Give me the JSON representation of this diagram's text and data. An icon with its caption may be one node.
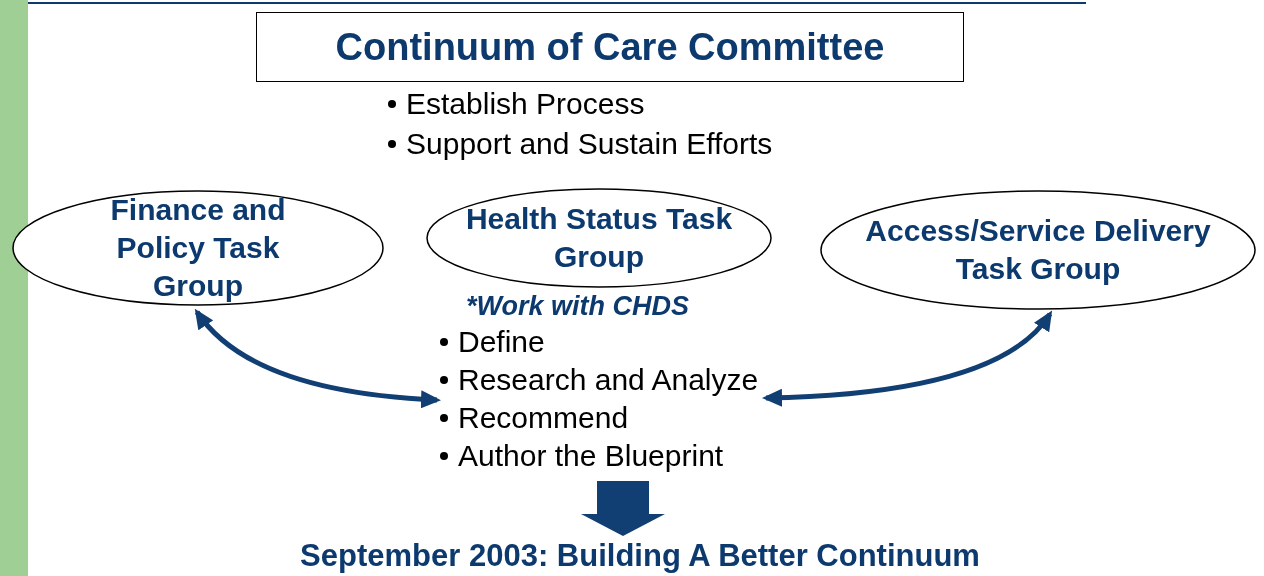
{
  "diagram": {
    "nodes": [
      {
        "text": [
          "Continuum of Care Committee"
        ],
        "beside": [
          "Establish Process",
          "Support and Sustain Efforts"
        ]
      },
      {
        "text": [
          "Finance and Policy Task Group"
        ]
      },
      {
        "text": [
          "Health Status Task Group"
        ],
        "beside": [
          "*Work with CHDS"
        ]
      },
      {
        "text": [
          "Access/Service Delivery Task Group"
        ]
      },
      {
        "text": [
          "Define",
          "Research and Analyze",
          "Recommend",
          "Author the Blueprint"
        ]
      },
      {
        "text": [
          "September 2003: Building A Better Continuum"
        ]
      }
    ],
    "edges": [
      {
        "from": 1,
        "to": 4,
        "arrow": "both"
      },
      {
        "from": 3,
        "to": 4,
        "arrow": "both"
      },
      {
        "from": 4,
        "to": 5,
        "arrow": "to",
        "style": "thick"
      }
    ]
  }
}
